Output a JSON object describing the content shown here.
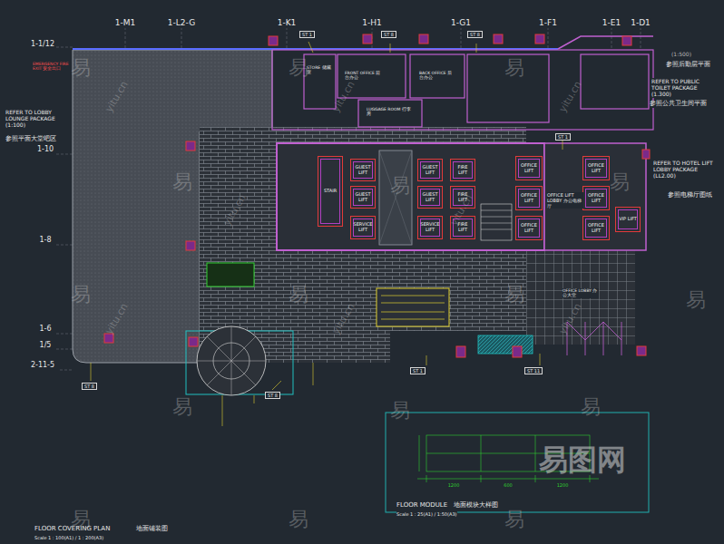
{
  "diagram": {
    "title": "FLOOR COVERING PLAN",
    "nodes": [
      {
        "text": [
          "STAIR"
        ]
      },
      {
        "text": [
          "GUEST LIFT"
        ]
      },
      {
        "text": [
          "GUEST LIFT"
        ]
      },
      {
        "text": [
          "SERVICE LIFT"
        ]
      },
      {
        "text": [
          "GUEST LIFT"
        ]
      },
      {
        "text": [
          "GUEST LIFT"
        ]
      },
      {
        "text": [
          "SERVICE LIFT"
        ]
      },
      {
        "text": [
          "FIRE LIFT"
        ]
      },
      {
        "text": [
          "FIRE LIFT"
        ]
      },
      {
        "text": [
          "FIRE LIFT"
        ]
      },
      {
        "text": [
          "OFFICE LIFT"
        ]
      },
      {
        "text": [
          "OFFICE LIFT"
        ]
      },
      {
        "text": [
          "OFFICE LIFT"
        ]
      },
      {
        "text": [
          "OFFICE LIFT"
        ]
      },
      {
        "text": [
          "OFFICE LIFT"
        ]
      },
      {
        "text": [
          "OFFICE LIFT"
        ]
      },
      {
        "text": [
          "VIP LIFT"
        ]
      }
    ],
    "labels": [
      "1-M1",
      "1-L2-G",
      "1-K1",
      "1-H1",
      "1-G1",
      "1-F1",
      "1-E1",
      "1-D1",
      "1-1/12",
      "1-10",
      "1-8",
      "1-6",
      "1/5",
      "2-11-5",
      "REFER TO LOBBY LOUNGE PACKAGE (1:100)",
      "参照平面大堂吧区",
      "(1:500)",
      "参照后勤层平面",
      "REFER TO PUBLIC TOILET PACKAGE (1.300)",
      "参照公共卫生间平面",
      "REFER TO HOTEL LIFT LOBBY PACKAGE (LL2.00)",
      "参照电梯厅图纸",
      "EMERGENCY FIRE EXIT 安全出口",
      "STORE 储藏室",
      "FRONT OFFICE 前台办公",
      "BACK OFFICE 后台办公",
      "LUGGAGE ROOM 行李房",
      "OFFICE LIFT LOBBY 办公电梯厅",
      "OFFICE LOBBY 办公大堂",
      "地面铺装图",
      "Scale 1 : 100(A1) / 1 : 200(A3)",
      "FLOOR MODULE",
      "地面模块大样图",
      "Scale 1 : 25(A1) / 1:50(A3)",
      "1200",
      "600",
      "1200",
      "ST 1",
      "ST 8",
      "ST 8",
      "ST 1",
      "ST 8",
      "ST 1",
      "ST 11",
      "ST 8",
      "易",
      "易",
      "易",
      "易",
      "易",
      "易",
      "易",
      "易",
      "易",
      "易",
      "易",
      "易",
      "易",
      "易",
      "易",
      "易",
      "yitu.cn",
      "yitu.cn",
      "yitu.cn",
      "yitu.cn",
      "yitu.cn",
      "yitu.cn",
      "yitu.cn",
      "yitu.cn",
      "易图网"
    ]
  }
}
